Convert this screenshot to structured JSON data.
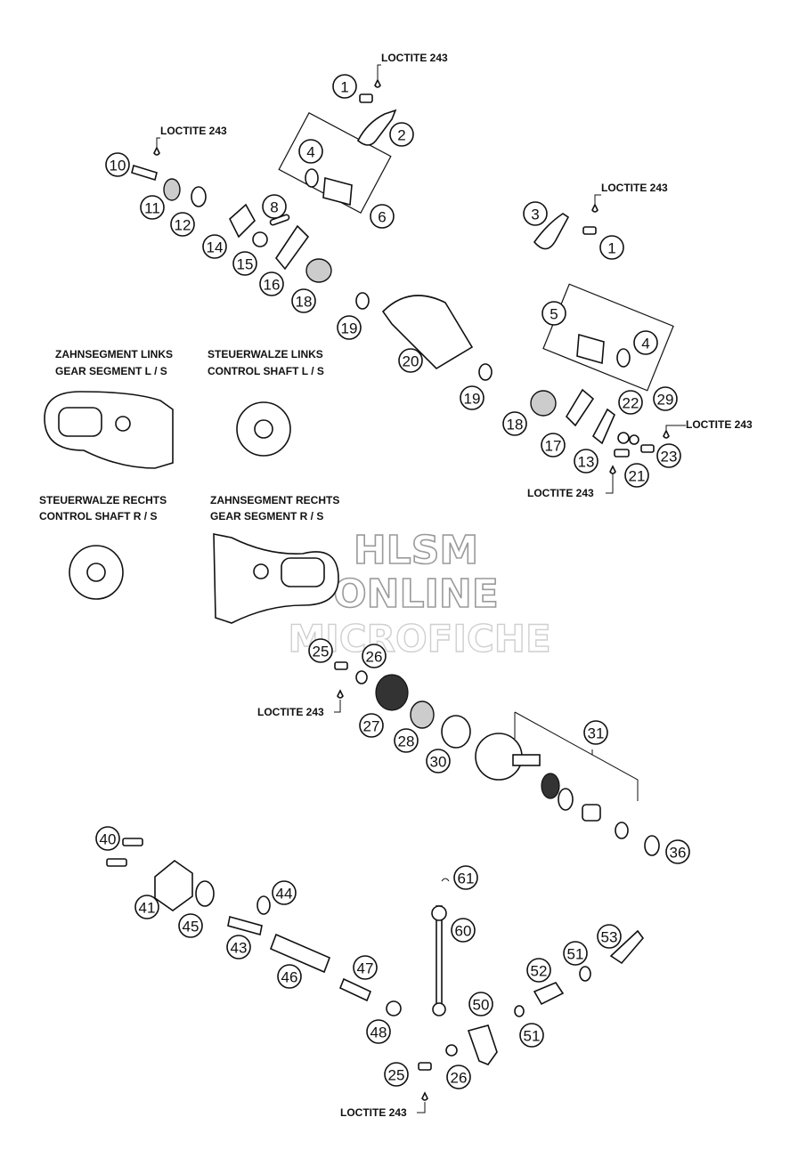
{
  "loctite_text": "LOCTITE 243",
  "insets": {
    "gear_segment_left": [
      "ZAHNSEGMENT LINKS",
      "GEAR SEGMENT L / S"
    ],
    "control_shaft_left": [
      "STEUERWALZE LINKS",
      "CONTROL SHAFT L / S"
    ],
    "control_shaft_right": [
      "STEUERWALZE RECHTS",
      "CONTROL SHAFT R / S"
    ],
    "gear_segment_right": [
      "ZAHNSEGMENT RECHTS",
      "GEAR SEGMENT R / S"
    ]
  },
  "watermark": [
    "HLSM",
    "ONLINE",
    "MICROFICHE"
  ],
  "parts": [
    {
      "id": "p1a",
      "n": "1"
    },
    {
      "id": "p2",
      "n": "2"
    },
    {
      "id": "p4a",
      "n": "4"
    },
    {
      "id": "p6",
      "n": "6"
    },
    {
      "id": "p10",
      "n": "10"
    },
    {
      "id": "p11",
      "n": "11"
    },
    {
      "id": "p12",
      "n": "12"
    },
    {
      "id": "p14",
      "n": "14"
    },
    {
      "id": "p8",
      "n": "8"
    },
    {
      "id": "p15",
      "n": "15"
    },
    {
      "id": "p16",
      "n": "16"
    },
    {
      "id": "p18a",
      "n": "18"
    },
    {
      "id": "p19a",
      "n": "19"
    },
    {
      "id": "p20",
      "n": "20"
    },
    {
      "id": "p19b",
      "n": "19"
    },
    {
      "id": "p3",
      "n": "3"
    },
    {
      "id": "p1b",
      "n": "1"
    },
    {
      "id": "p5",
      "n": "5"
    },
    {
      "id": "p4b",
      "n": "4"
    },
    {
      "id": "p18b",
      "n": "18"
    },
    {
      "id": "p17",
      "n": "17"
    },
    {
      "id": "p13",
      "n": "13"
    },
    {
      "id": "p22",
      "n": "22"
    },
    {
      "id": "p29",
      "n": "29"
    },
    {
      "id": "p23",
      "n": "23"
    },
    {
      "id": "p21",
      "n": "21"
    },
    {
      "id": "p25a",
      "n": "25"
    },
    {
      "id": "p26a",
      "n": "26"
    },
    {
      "id": "p27",
      "n": "27"
    },
    {
      "id": "p28",
      "n": "28"
    },
    {
      "id": "p30",
      "n": "30"
    },
    {
      "id": "p31",
      "n": "31"
    },
    {
      "id": "p36",
      "n": "36"
    },
    {
      "id": "p40",
      "n": "40"
    },
    {
      "id": "p41",
      "n": "41"
    },
    {
      "id": "p44",
      "n": "44"
    },
    {
      "id": "p45",
      "n": "45"
    },
    {
      "id": "p43",
      "n": "43"
    },
    {
      "id": "p46",
      "n": "46"
    },
    {
      "id": "p47",
      "n": "47"
    },
    {
      "id": "p48",
      "n": "48"
    },
    {
      "id": "p61",
      "n": "61"
    },
    {
      "id": "p60",
      "n": "60"
    },
    {
      "id": "p53",
      "n": "53"
    },
    {
      "id": "p51a",
      "n": "51"
    },
    {
      "id": "p52",
      "n": "52"
    },
    {
      "id": "p50",
      "n": "50"
    },
    {
      "id": "p51b",
      "n": "51"
    },
    {
      "id": "p25b",
      "n": "25"
    },
    {
      "id": "p26b",
      "n": "26"
    }
  ]
}
